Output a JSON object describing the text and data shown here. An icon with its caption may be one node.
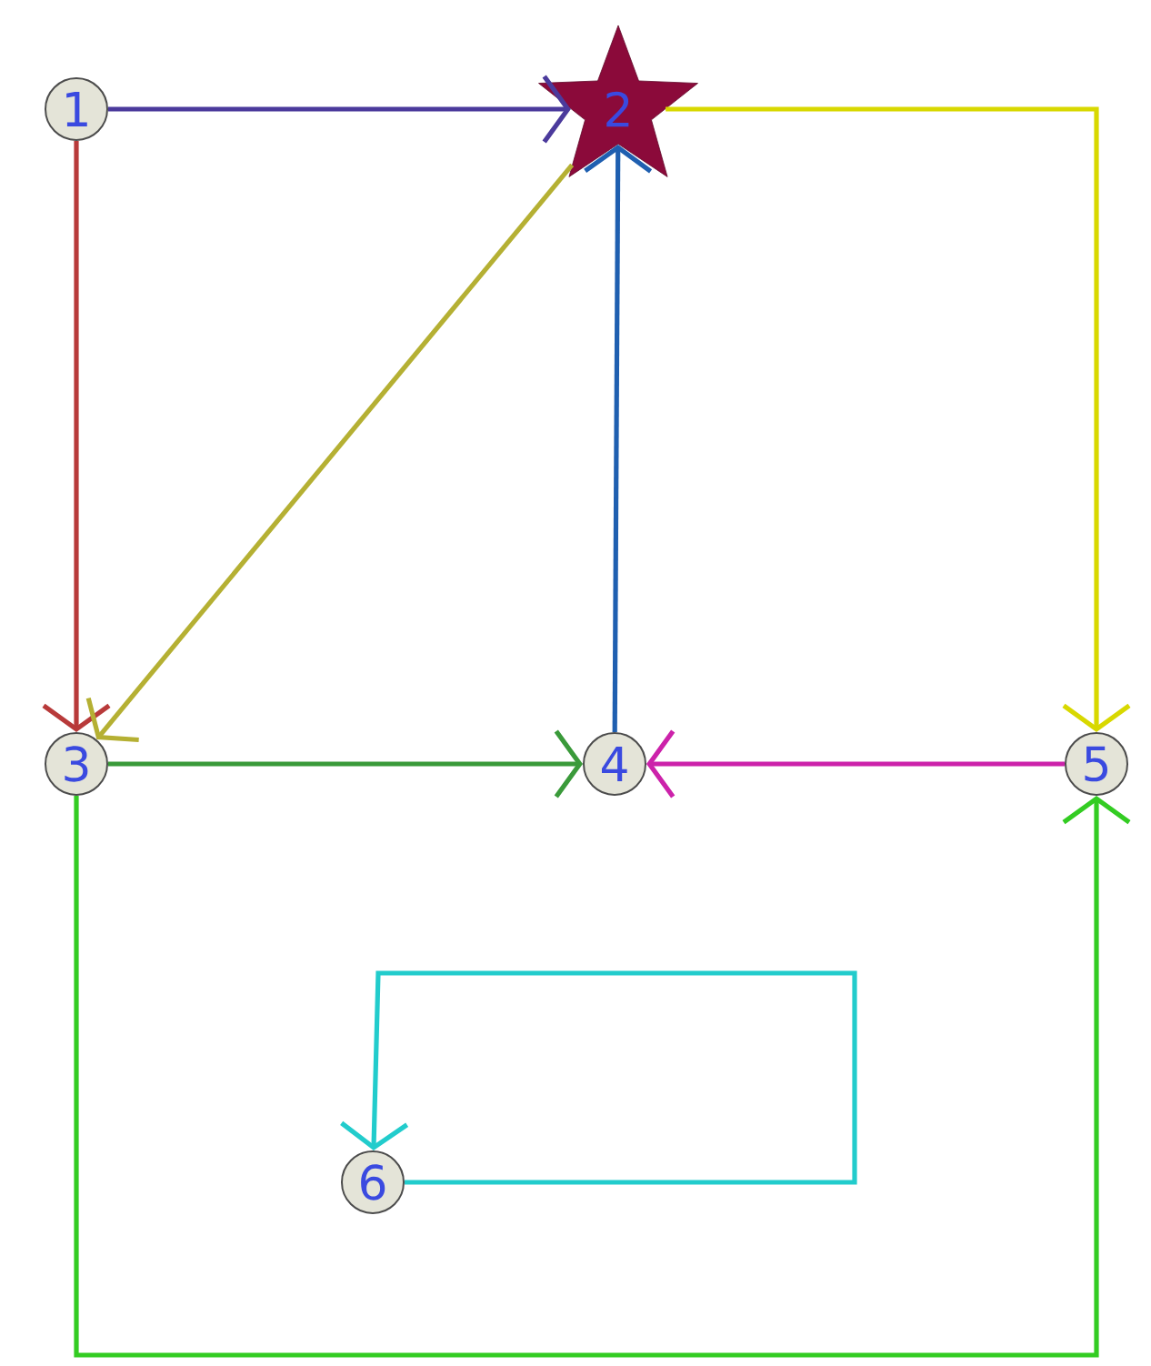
{
  "diagram": {
    "nodes": [
      {
        "text": [
          "1"
        ]
      },
      {
        "text": [
          "2"
        ]
      },
      {
        "text": [
          "3"
        ]
      },
      {
        "text": [
          "4"
        ]
      },
      {
        "text": [
          "5"
        ]
      },
      {
        "text": [
          "6"
        ]
      }
    ],
    "edges": [
      {
        "from": 0,
        "to": 1,
        "arrow": "to",
        "color": "#4b3a9c"
      },
      {
        "from": 0,
        "to": 2,
        "arrow": "to",
        "color": "#b83a3a"
      },
      {
        "from": 1,
        "to": 2,
        "arrow": "to",
        "color": "#b5b033"
      },
      {
        "from": 3,
        "to": 1,
        "arrow": "to",
        "color": "#1f5fb0"
      },
      {
        "from": 1,
        "to": 4,
        "arrow": "to",
        "color": "#d8d800"
      },
      {
        "from": 2,
        "to": 3,
        "arrow": "to",
        "color": "#3a9a3a"
      },
      {
        "from": 4,
        "to": 3,
        "arrow": "to",
        "color": "#cc22aa"
      },
      {
        "from": 2,
        "to": 4,
        "arrow": "to",
        "color": "#33cc22"
      },
      {
        "from": 5,
        "to": 5,
        "arrow": "to",
        "color": "#22cccc"
      }
    ]
  }
}
